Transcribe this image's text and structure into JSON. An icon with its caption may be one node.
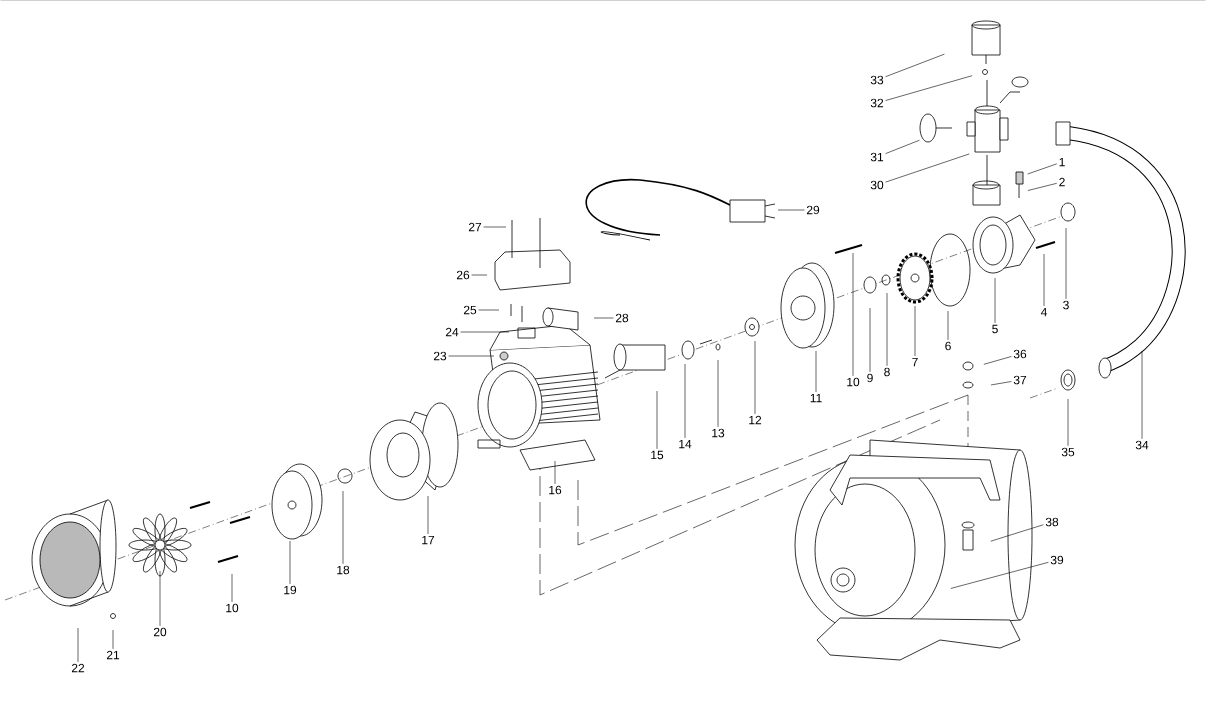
{
  "diagram": {
    "nodes": [
      {
        "text": [
          "33"
        ]
      },
      {
        "text": [
          "32"
        ]
      },
      {
        "text": [
          "31"
        ]
      },
      {
        "text": [
          "30"
        ]
      },
      {
        "text": [
          "1"
        ]
      },
      {
        "text": [
          "2"
        ]
      },
      {
        "text": [
          "29"
        ]
      },
      {
        "text": [
          "27"
        ]
      },
      {
        "text": [
          "26"
        ]
      },
      {
        "text": [
          "25"
        ]
      },
      {
        "text": [
          "24"
        ]
      },
      {
        "text": [
          "28"
        ]
      },
      {
        "text": [
          "23"
        ]
      },
      {
        "text": [
          "3"
        ]
      },
      {
        "text": [
          "4"
        ]
      },
      {
        "text": [
          "5"
        ]
      },
      {
        "text": [
          "6"
        ]
      },
      {
        "text": [
          "7"
        ]
      },
      {
        "text": [
          "8"
        ]
      },
      {
        "text": [
          "9"
        ]
      },
      {
        "text": [
          "10"
        ]
      },
      {
        "text": [
          "11"
        ]
      },
      {
        "text": [
          "12"
        ]
      },
      {
        "text": [
          "13"
        ]
      },
      {
        "text": [
          "14"
        ]
      },
      {
        "text": [
          "15"
        ]
      },
      {
        "text": [
          "16"
        ]
      },
      {
        "text": [
          "17"
        ]
      },
      {
        "text": [
          "18"
        ]
      },
      {
        "text": [
          "19"
        ]
      },
      {
        "text": [
          "20"
        ]
      },
      {
        "text": [
          "10"
        ]
      },
      {
        "text": [
          "21"
        ]
      },
      {
        "text": [
          "22"
        ]
      },
      {
        "text": [
          "36"
        ]
      },
      {
        "text": [
          "37"
        ]
      },
      {
        "text": [
          "35"
        ]
      },
      {
        "text": [
          "34"
        ]
      },
      {
        "text": [
          "38"
        ]
      },
      {
        "text": [
          "39"
        ]
      }
    ],
    "edges": [
      {
        "from": 0,
        "to": null,
        "arrow": "none"
      },
      {
        "from": 1,
        "to": null,
        "arrow": "none"
      },
      {
        "from": 2,
        "to": null,
        "arrow": "none"
      },
      {
        "from": 3,
        "to": null,
        "arrow": "none"
      },
      {
        "from": 4,
        "to": null,
        "arrow": "none"
      },
      {
        "from": 5,
        "to": null,
        "arrow": "none"
      },
      {
        "from": 6,
        "to": null,
        "arrow": "none"
      },
      {
        "from": 7,
        "to": null,
        "arrow": "none"
      },
      {
        "from": 8,
        "to": null,
        "arrow": "none"
      },
      {
        "from": 9,
        "to": null,
        "arrow": "none"
      },
      {
        "from": 10,
        "to": null,
        "arrow": "none"
      },
      {
        "from": 11,
        "to": null,
        "arrow": "none"
      },
      {
        "from": 12,
        "to": null,
        "arrow": "none"
      },
      {
        "from": 13,
        "to": null,
        "arrow": "none"
      },
      {
        "from": 14,
        "to": null,
        "arrow": "none"
      },
      {
        "from": 15,
        "to": null,
        "arrow": "none"
      },
      {
        "from": 16,
        "to": null,
        "arrow": "none"
      },
      {
        "from": 17,
        "to": null,
        "arrow": "none"
      },
      {
        "from": 18,
        "to": null,
        "arrow": "none"
      },
      {
        "from": 19,
        "to": null,
        "arrow": "none"
      },
      {
        "from": 20,
        "to": null,
        "arrow": "none"
      },
      {
        "from": 21,
        "to": null,
        "arrow": "none"
      },
      {
        "from": 22,
        "to": null,
        "arrow": "none"
      },
      {
        "from": 23,
        "to": null,
        "arrow": "none"
      },
      {
        "from": 24,
        "to": null,
        "arrow": "none"
      },
      {
        "from": 25,
        "to": null,
        "arrow": "none"
      },
      {
        "from": 26,
        "to": null,
        "arrow": "none"
      },
      {
        "from": 27,
        "to": null,
        "arrow": "none"
      },
      {
        "from": 28,
        "to": null,
        "arrow": "none"
      },
      {
        "from": 29,
        "to": null,
        "arrow": "none"
      },
      {
        "from": 30,
        "to": null,
        "arrow": "none"
      },
      {
        "from": 31,
        "to": null,
        "arrow": "none"
      },
      {
        "from": 32,
        "to": null,
        "arrow": "none"
      },
      {
        "from": 33,
        "to": null,
        "arrow": "none"
      },
      {
        "from": 34,
        "to": null,
        "arrow": "none"
      },
      {
        "from": 35,
        "to": null,
        "arrow": "none"
      },
      {
        "from": 36,
        "to": null,
        "arrow": "none"
      },
      {
        "from": 37,
        "to": null,
        "arrow": "none"
      },
      {
        "from": 38,
        "to": null,
        "arrow": "none"
      },
      {
        "from": 39,
        "to": null,
        "arrow": "none"
      }
    ]
  }
}
